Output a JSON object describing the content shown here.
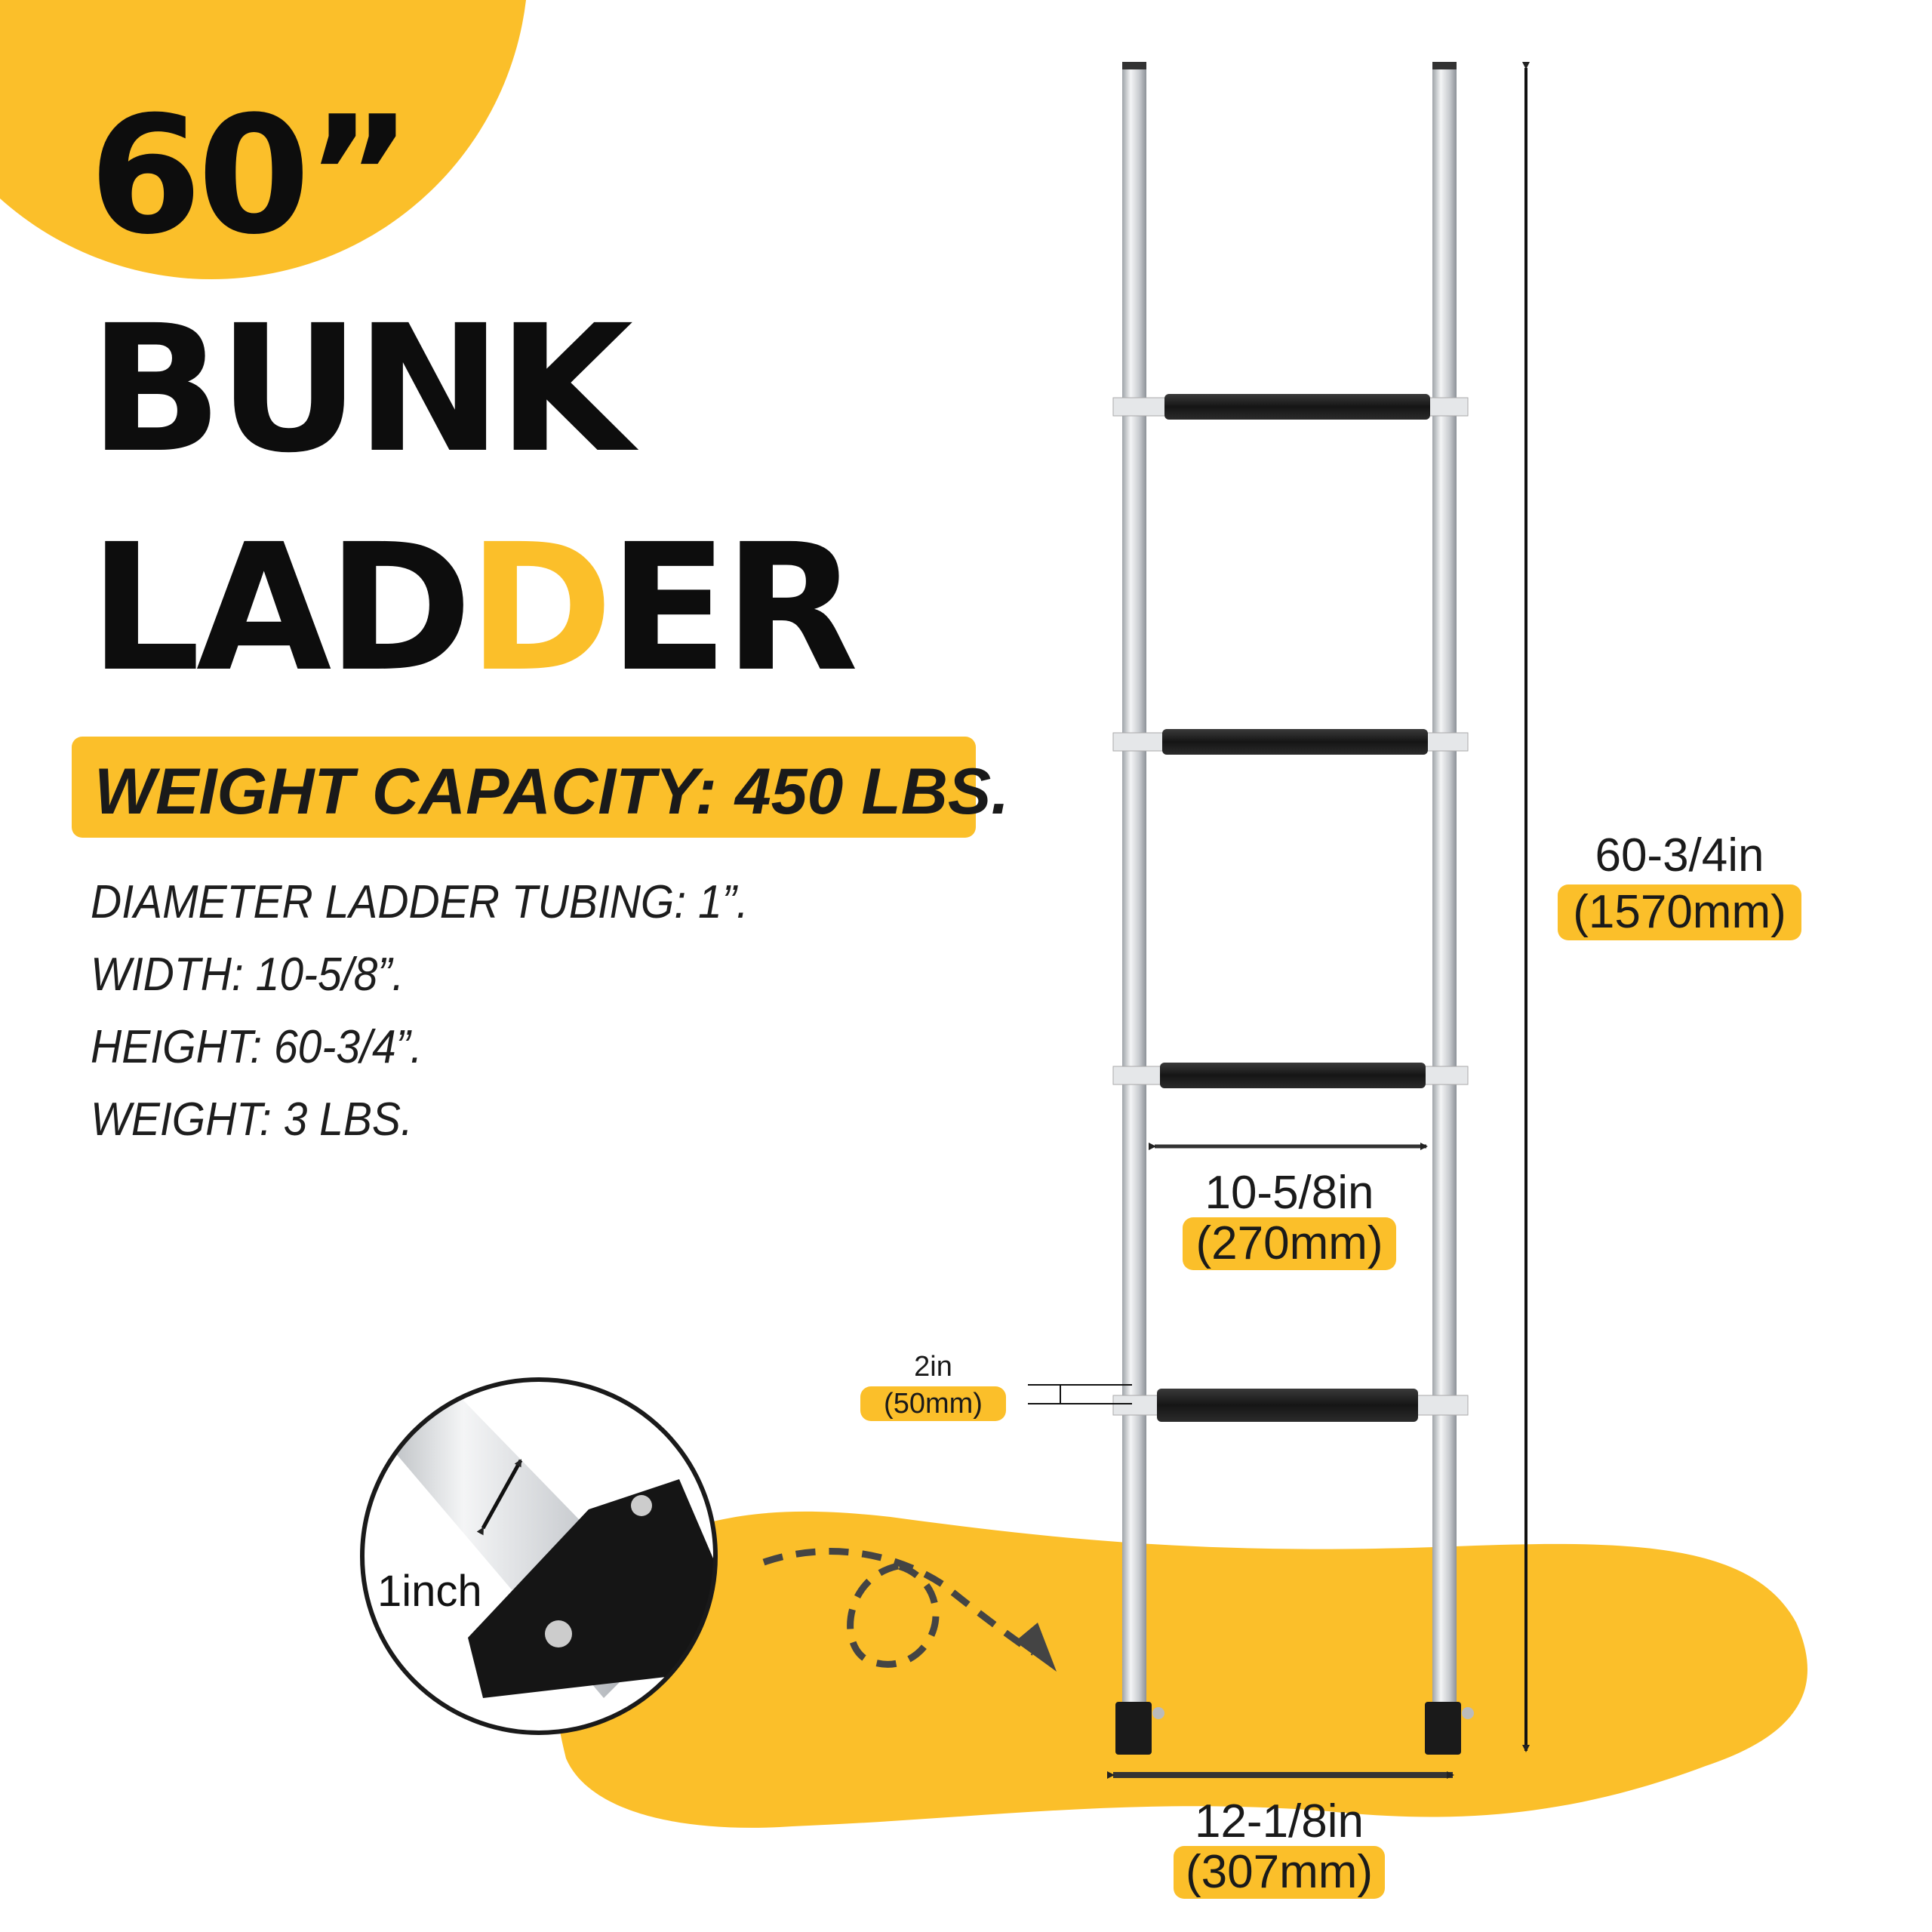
{
  "headline": {
    "size": "60”",
    "line1": "BUNK",
    "line2_a": "LAD",
    "line2_b": "D",
    "line2_c": "ER"
  },
  "weight_capacity": "WEIGHT CAPACITY: 450 LBS.",
  "specs": [
    "DIAMETER LADDER TUBING: 1”.",
    "WIDTH: 10-5/8”.",
    "HEIGHT: 60-3/4”.",
    "WEIGHT: 3 LBS."
  ],
  "dimensions": {
    "height_in": "60-3/4in",
    "height_mm": "(1570mm)",
    "inner_width_in": "10-5/8in",
    "inner_width_mm": "(270mm)",
    "rung_in": "2in",
    "rung_mm": "(50mm)",
    "outer_width_in": "12-1/8in",
    "outer_width_mm": "(307mm)",
    "tube_diameter": "1inch"
  },
  "colors": {
    "accent": "#fbbf2a",
    "text": "#0d0d0d",
    "rail": "#d9dcdf",
    "rung": "#1e1e1e"
  }
}
